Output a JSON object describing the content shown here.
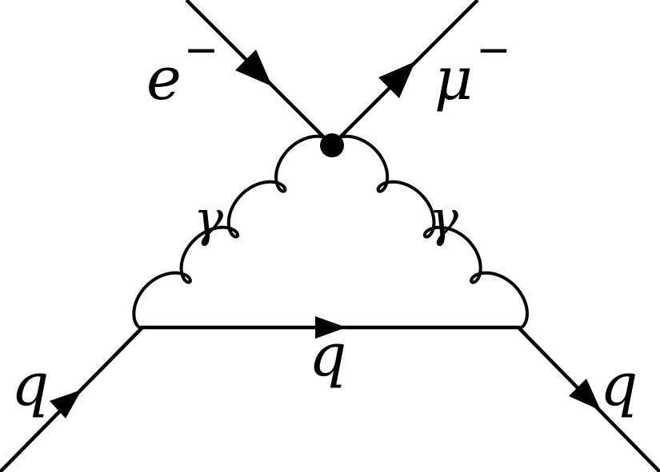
{
  "labels": {
    "electron": "e",
    "electron_charge": "−",
    "muon": "μ",
    "muon_charge": "−",
    "photon_left": "γ",
    "photon_right": "γ",
    "quark_in": "q",
    "quark_internal": "q",
    "quark_out": "q"
  },
  "colors": {
    "line": "#000000",
    "background": "#ffffff"
  }
}
